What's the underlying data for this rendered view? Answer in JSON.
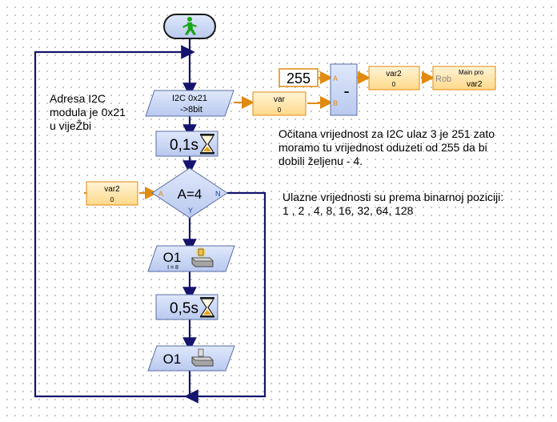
{
  "flow": {
    "i2c_line1": "I2C 0x21",
    "i2c_line2": "->8bit",
    "wait1": "0,1s",
    "decision": "A=4",
    "decision_in": "A",
    "decision_no": "N",
    "decision_yes": "Y",
    "output1_label": "O1",
    "output1_value": "I = 8",
    "wait2": "0,5s",
    "output2_label": "O1"
  },
  "vars": {
    "var_top_name": "var",
    "var_top_value": "0",
    "var2_left_name": "var2",
    "var2_left_value": "0",
    "const_value": "255",
    "sub_in_a": "A",
    "sub_in_b": "B",
    "sub_symbol": "-",
    "var2_out_name": "var2",
    "var2_out_value": "0",
    "main_logo": "Rob",
    "main_title": "Main pro",
    "main_var": "var2"
  },
  "notes": {
    "address_line1": "Adresa I2C",
    "address_line2": "modula je 0x21",
    "address_line3": "u vijeŽbi",
    "explain_line1": "Očitana vrijednost za I2C ulaz 3 je 251 zato",
    "explain_line2": "moramo tu vrijednost oduzeti od 255 da bi",
    "explain_line3": "dobili željenu - 4.",
    "inputs_line1": "Ulazne vrijednosti su prema binarnoj poziciji:",
    "inputs_line2": "1 , 2 , 4, 8, 16, 32, 64, 128"
  },
  "colors": {
    "flow_line": "#14146e",
    "data_line": "#e08a10",
    "box_fill": "#cbd8f5",
    "box_stroke": "#5a6fa3",
    "var_fill": "#ffe9b8",
    "var_stroke": "#e08a10"
  }
}
